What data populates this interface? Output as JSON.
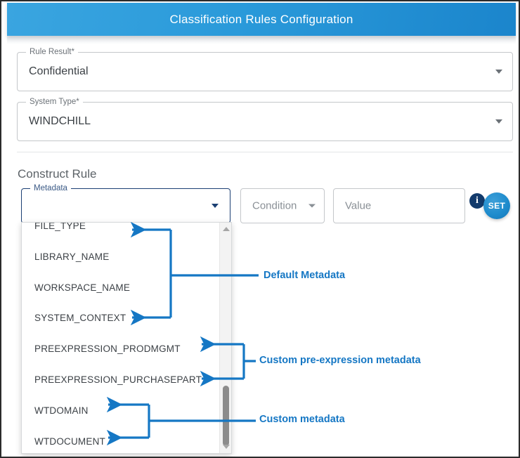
{
  "header": {
    "title": "Classification Rules Configuration",
    "gradient_from": "#3aa5e0",
    "gradient_to": "#1b85cc"
  },
  "form": {
    "rule_result": {
      "label": "Rule Result*",
      "value": "Confidential"
    },
    "system_type": {
      "label": "System Type*",
      "value": "WINDCHILL"
    }
  },
  "construct_rule": {
    "section_title": "Construct Rule",
    "metadata_field": {
      "label": "Metadata",
      "value": ""
    },
    "condition_field": {
      "placeholder": "Condition"
    },
    "value_field": {
      "placeholder": "Value"
    },
    "info_icon": "info-icon",
    "set_button": "SET"
  },
  "dropdown": {
    "options": [
      "FILE_TYPE",
      "LIBRARY_NAME",
      "WORKSPACE_NAME",
      "SYSTEM_CONTEXT",
      "PREEXPRESSION_PRODMGMT",
      "PREEXPRESSION_PURCHASEPART",
      "WTDOMAIN",
      "WTDOCUMENT"
    ],
    "scrollbar": {
      "up_arrow": "scroll-up-arrow",
      "down_arrow": "scroll-down-arrow"
    }
  },
  "annotations": {
    "accent_color": "#1577c4",
    "callouts": [
      {
        "label": "Default Metadata",
        "targets": [
          "FILE_TYPE",
          "SYSTEM_CONTEXT"
        ]
      },
      {
        "label": "Custom pre-expression metadata",
        "targets": [
          "PREEXPRESSION_PRODMGMT",
          "PREEXPRESSION_PURCHASEPART"
        ]
      },
      {
        "label": "Custom metadata",
        "targets": [
          "WTDOMAIN",
          "WTDOCUMENT"
        ]
      }
    ]
  }
}
